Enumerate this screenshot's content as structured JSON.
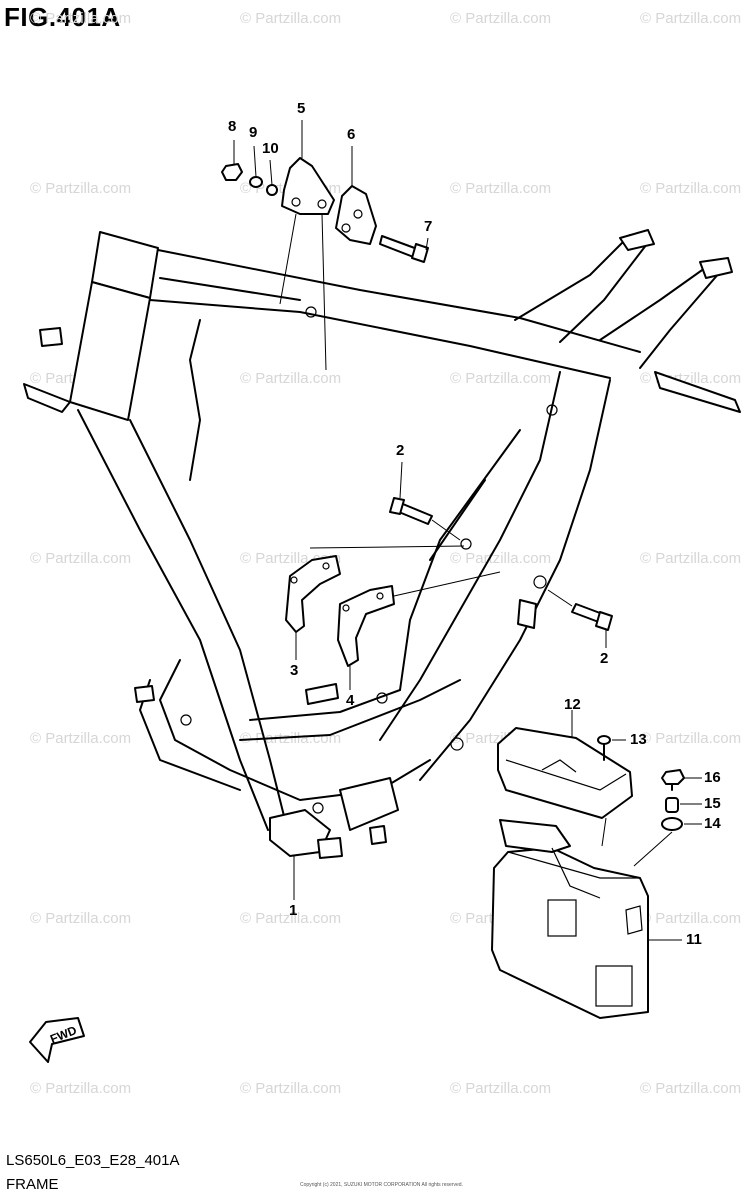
{
  "figure": {
    "title": "FIG.401A",
    "code": "LS650L6_E03_E28_401A",
    "name": "FRAME",
    "copyright": "Copyright (c) 2021, SUZUKI MOTOR CORPORATION All rights reserved."
  },
  "watermark": {
    "text": "© Partzilla.com",
    "color": "#d6d6d6"
  },
  "fwd_arrow_label": "FWD",
  "callouts": [
    {
      "id": "1",
      "label": "1"
    },
    {
      "id": "2a",
      "label": "2"
    },
    {
      "id": "2b",
      "label": "2"
    },
    {
      "id": "3",
      "label": "3"
    },
    {
      "id": "4",
      "label": "4"
    },
    {
      "id": "5",
      "label": "5"
    },
    {
      "id": "6",
      "label": "6"
    },
    {
      "id": "7",
      "label": "7"
    },
    {
      "id": "8",
      "label": "8"
    },
    {
      "id": "9",
      "label": "9"
    },
    {
      "id": "10",
      "label": "10"
    },
    {
      "id": "11",
      "label": "11"
    },
    {
      "id": "12",
      "label": "12"
    },
    {
      "id": "13",
      "label": "13"
    },
    {
      "id": "14",
      "label": "14"
    },
    {
      "id": "15",
      "label": "15"
    },
    {
      "id": "16",
      "label": "16"
    }
  ]
}
